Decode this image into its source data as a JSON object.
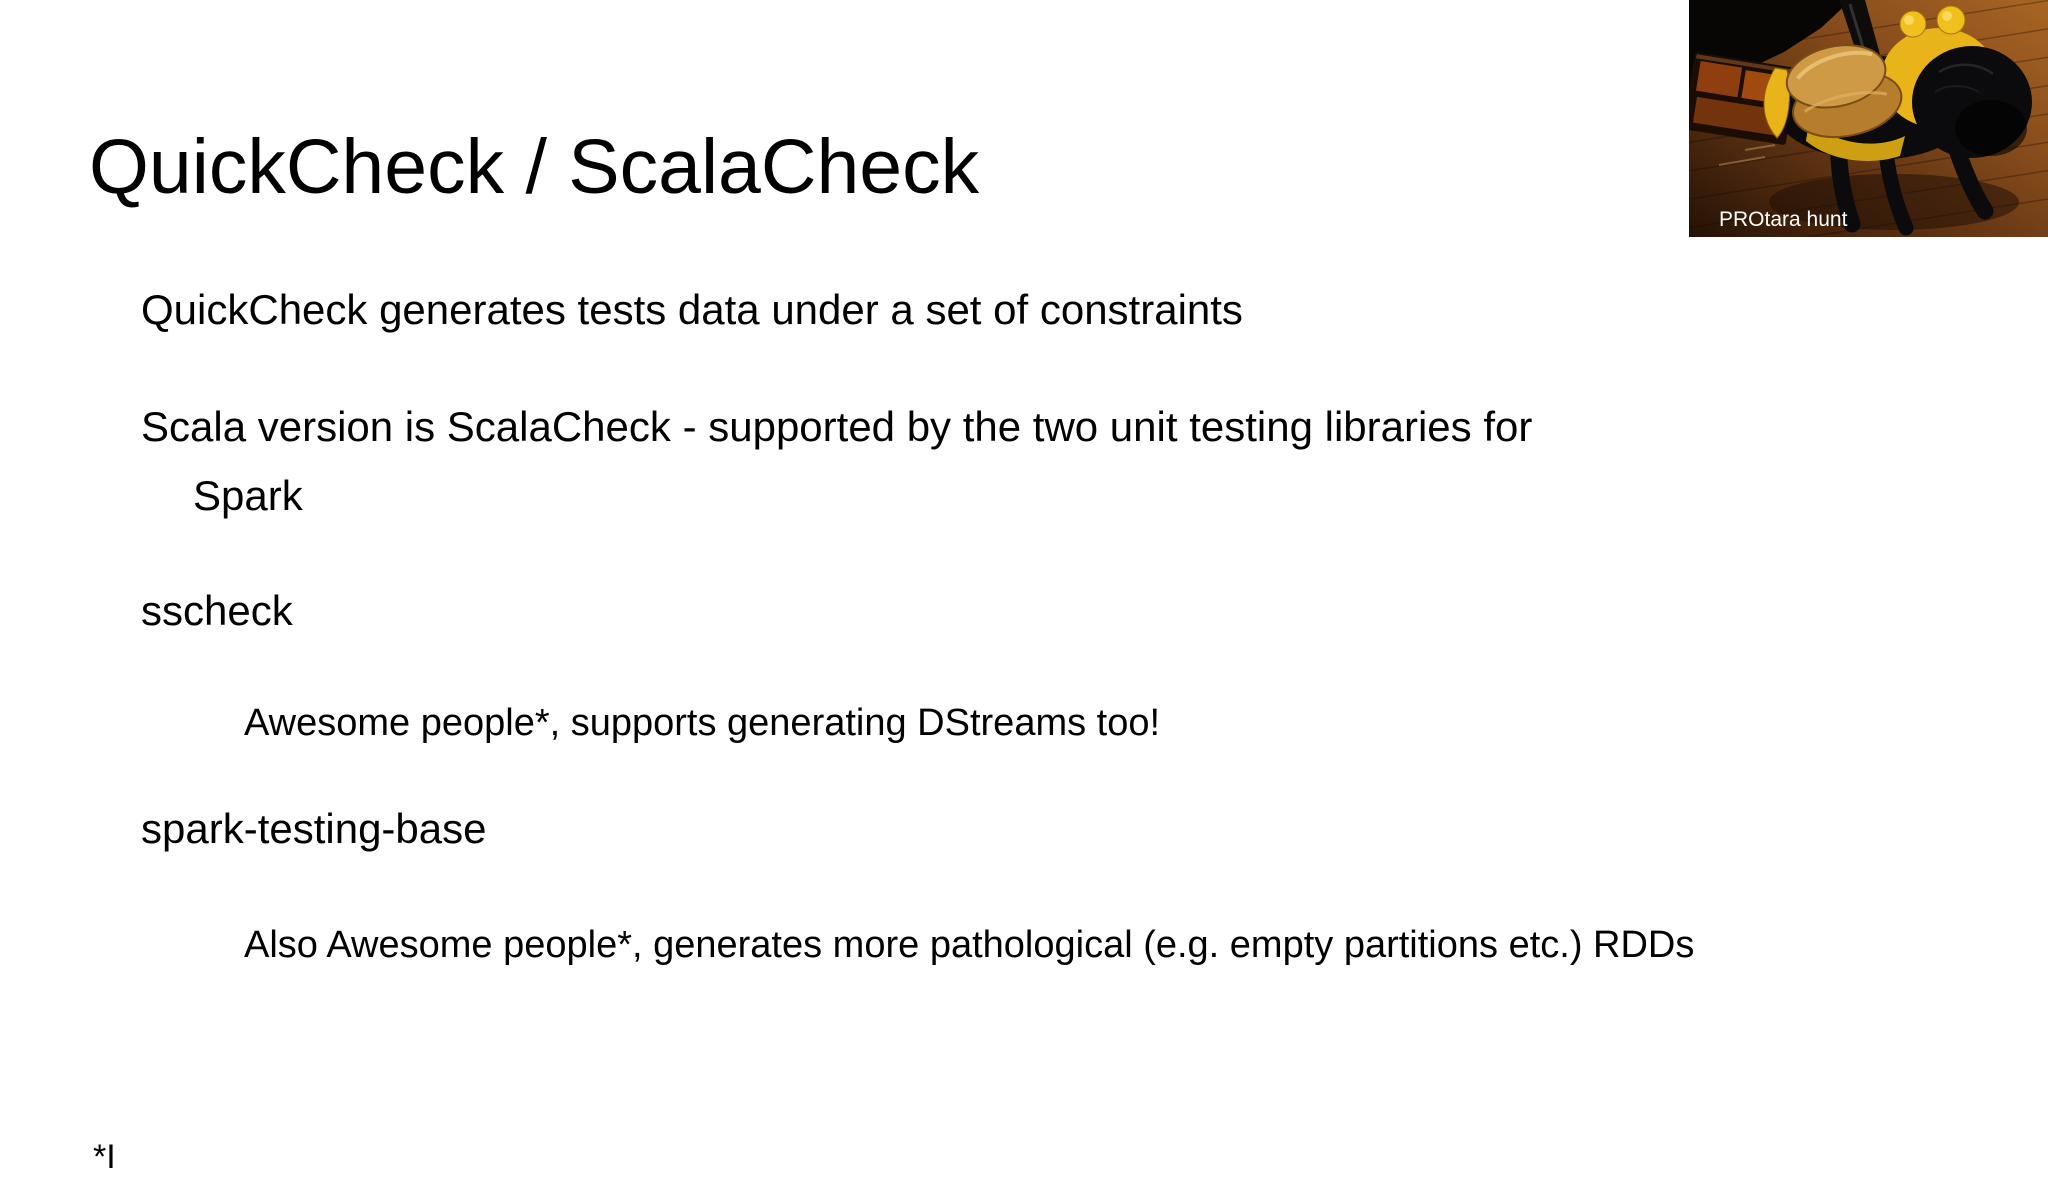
{
  "slide": {
    "background": "#ffffff",
    "text_color": "#000000",
    "title": "QuickCheck / ScalaCheck",
    "body": [
      {
        "level": 1,
        "lines": [
          "QuickCheck generates tests data under a set of constraints"
        ]
      },
      {
        "level": 1,
        "lines": [
          "Scala version is ScalaCheck - supported by the two unit testing libraries for",
          "Spark"
        ]
      },
      {
        "level": 1,
        "lines": [
          "sscheck"
        ]
      },
      {
        "level": 2,
        "lines": [
          "Awesome people*, supports generating DStreams too!"
        ]
      },
      {
        "level": 1,
        "lines": [
          "spark-testing-base"
        ]
      },
      {
        "level": 2,
        "lines": [
          "Also Awesome people*, generates more pathological (e.g. empty partitions etc.) RDDs"
        ]
      }
    ],
    "footnote_clipped": "*I"
  },
  "photo": {
    "caption": "PROtara hunt",
    "caption_color": "#ffffff",
    "palette": {
      "wood_light": "#a86524",
      "wood_mid": "#7c4415",
      "wood_dark": "#241105",
      "dog_black": "#0b0a0c",
      "costume_yellow": "#e8b41a",
      "pompom_yellow": "#f2c01c",
      "wing_tan_light": "#cf9a45",
      "wing_tan_dark": "#b67d2c"
    }
  }
}
